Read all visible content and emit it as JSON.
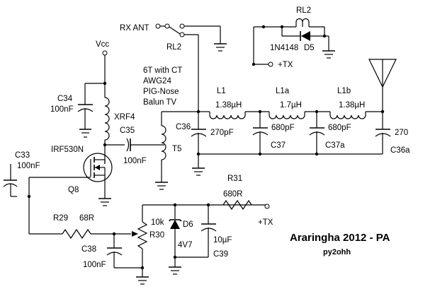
{
  "title": "Araringha 2012 - PA",
  "author": "py2ohh",
  "labels": {
    "rx_ant": "RX ANT",
    "rl2_switch": "RL2",
    "rl2_coil": "RL2",
    "vcc": "Vcc",
    "tx_in_relay": "+TX",
    "tx_in_bias": "+TX",
    "balun_note": [
      "6T with CT",
      "AWG24",
      "PIG-Nose",
      "Balun TV"
    ]
  },
  "components": {
    "C34": {
      "ref": "C34",
      "value": "100nF"
    },
    "XRF4": {
      "ref": "XRF4"
    },
    "C35": {
      "ref": "C35",
      "value": "100nF"
    },
    "T5": {
      "ref": "T5"
    },
    "C33": {
      "ref": "C33",
      "value": "100nF"
    },
    "Q8": {
      "ref": "Q8",
      "value": "IRF530N"
    },
    "R29": {
      "ref": "R29",
      "value": "68R"
    },
    "C38": {
      "ref": "C38",
      "value": "100nF"
    },
    "R30": {
      "ref": "R30",
      "value": "10k"
    },
    "D6": {
      "ref": "D6",
      "value": "4V7"
    },
    "C39": {
      "ref": "C39",
      "value": "10µF"
    },
    "R31": {
      "ref": "R31",
      "value": "680R"
    },
    "D5": {
      "ref": "D5",
      "value": "1N4148"
    },
    "C36": {
      "ref": "C36",
      "value": "270pF"
    },
    "L1": {
      "ref": "L1",
      "value": "1.38µH"
    },
    "C37": {
      "ref": "C37",
      "value": "680pF"
    },
    "L1a": {
      "ref": "L1a",
      "value": "1.7µH"
    },
    "C37a": {
      "ref": "C37a",
      "value": "680pF"
    },
    "L1b": {
      "ref": "L1b",
      "value": "1.38µH"
    },
    "C36a": {
      "ref": "C36a",
      "value": "270"
    }
  },
  "colors": {
    "ink": "#000000",
    "background": "#ffffff"
  }
}
